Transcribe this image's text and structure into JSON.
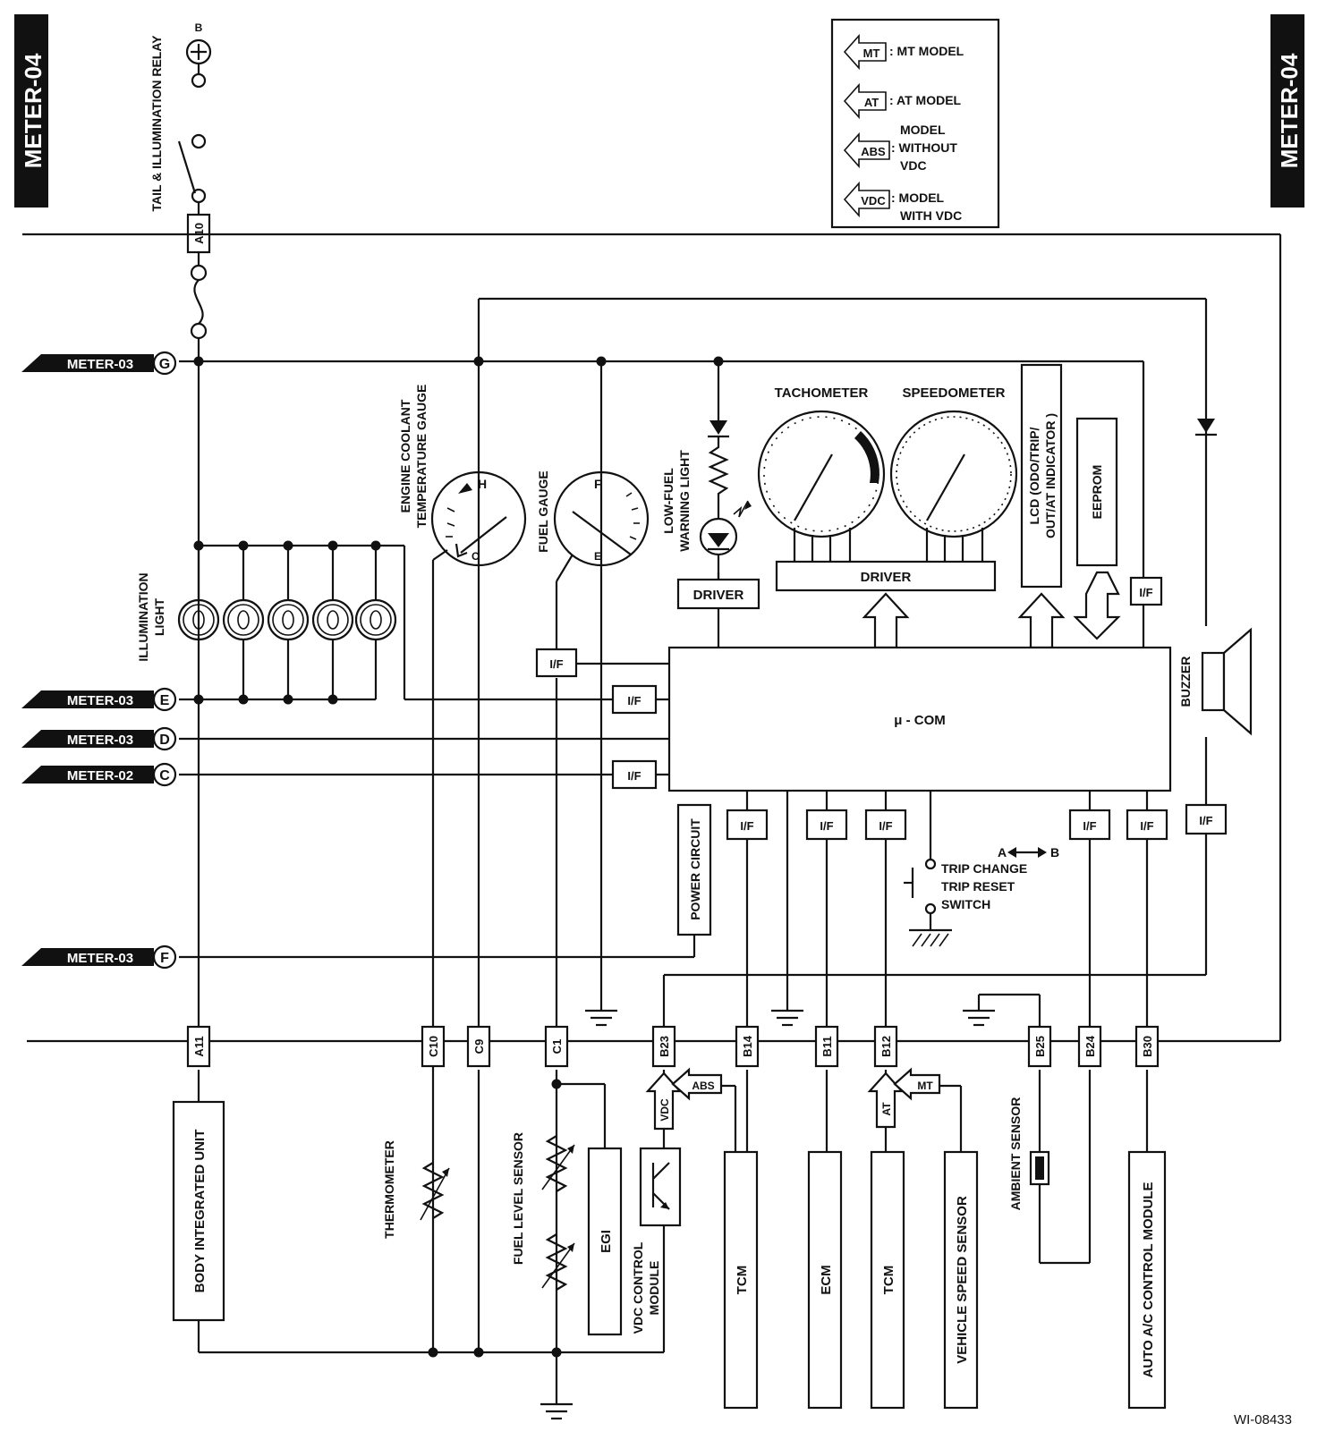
{
  "page": {
    "title_left": "METER-04",
    "title_right": "METER-04",
    "figure_id": "WI-08433"
  },
  "legend": {
    "items": [
      {
        "tag": "MT",
        "line1": ": MT MODEL",
        "line2": "",
        "line3": ""
      },
      {
        "tag": "AT",
        "line1": ": AT MODEL",
        "line2": "",
        "line3": ""
      },
      {
        "tag": "ABS",
        "line1": "MODEL",
        "line2": ": WITHOUT",
        "line3": "VDC"
      },
      {
        "tag": "VDC",
        "line1": ": MODEL",
        "line2": "WITH VDC",
        "line3": ""
      }
    ]
  },
  "power": {
    "battery_label": "B",
    "relay_label": "TAIL & ILLUMINATION RELAY",
    "connector": "A10"
  },
  "references": [
    {
      "id": "G",
      "label": "METER-03"
    },
    {
      "id": "E",
      "label": "METER-03"
    },
    {
      "id": "D",
      "label": "METER-03"
    },
    {
      "id": "C",
      "label": "METER-02"
    },
    {
      "id": "F",
      "label": "METER-03"
    }
  ],
  "gauges": {
    "coolant_line1": "ENGINE COOLANT",
    "coolant_line2": "TEMPERATURE GAUGE",
    "coolant_hot": "H",
    "coolant_cold": "C",
    "fuel": "FUEL GAUGE",
    "fuel_full": "F",
    "fuel_empty": "E",
    "tachometer": "TACHOMETER",
    "speedometer": "SPEEDOMETER"
  },
  "lamps": {
    "illumination_line1": "ILLUMINATION",
    "illumination_line2": "LIGHT",
    "lowfuel_line1": "LOW-FUEL",
    "lowfuel_line2": "WARNING LIGHT"
  },
  "blocks": {
    "driver_small": "DRIVER",
    "driver_large": "DRIVER",
    "lcd_line1": "LCD (ODO/TRIP/",
    "lcd_line2": "OUT/AT INDICATOR )",
    "eeprom": "EEPROM",
    "ucom": "μ - COM",
    "buzzer": "BUZZER",
    "power_circuit": "POWER CIRCUIT",
    "interface": "I/F"
  },
  "switch": {
    "ab_a": "A",
    "ab_b": "B",
    "line1": "TRIP CHANGE",
    "line2": "TRIP RESET",
    "line3": "SWITCH"
  },
  "connectors": [
    "A11",
    "C10",
    "C9",
    "C1",
    "B23",
    "B14",
    "B11",
    "B12",
    "B25",
    "B24",
    "B30"
  ],
  "modules": {
    "body_integrated_unit": "BODY INTEGRATED UNIT",
    "thermometer": "THERMOMETER",
    "fuel_level_sensor": "FUEL LEVEL SENSOR",
    "egi": "EGI",
    "vdc_line1": "VDC CONTROL",
    "vdc_line2": "MODULE",
    "tcm_1": "TCM",
    "ecm": "ECM",
    "tcm_2": "TCM",
    "vehicle_speed_sensor": "VEHICLE SPEED SENSOR",
    "ambient_sensor": "AMBIENT SENSOR",
    "auto_ac": "AUTO A/C CONTROL MODULE"
  }
}
